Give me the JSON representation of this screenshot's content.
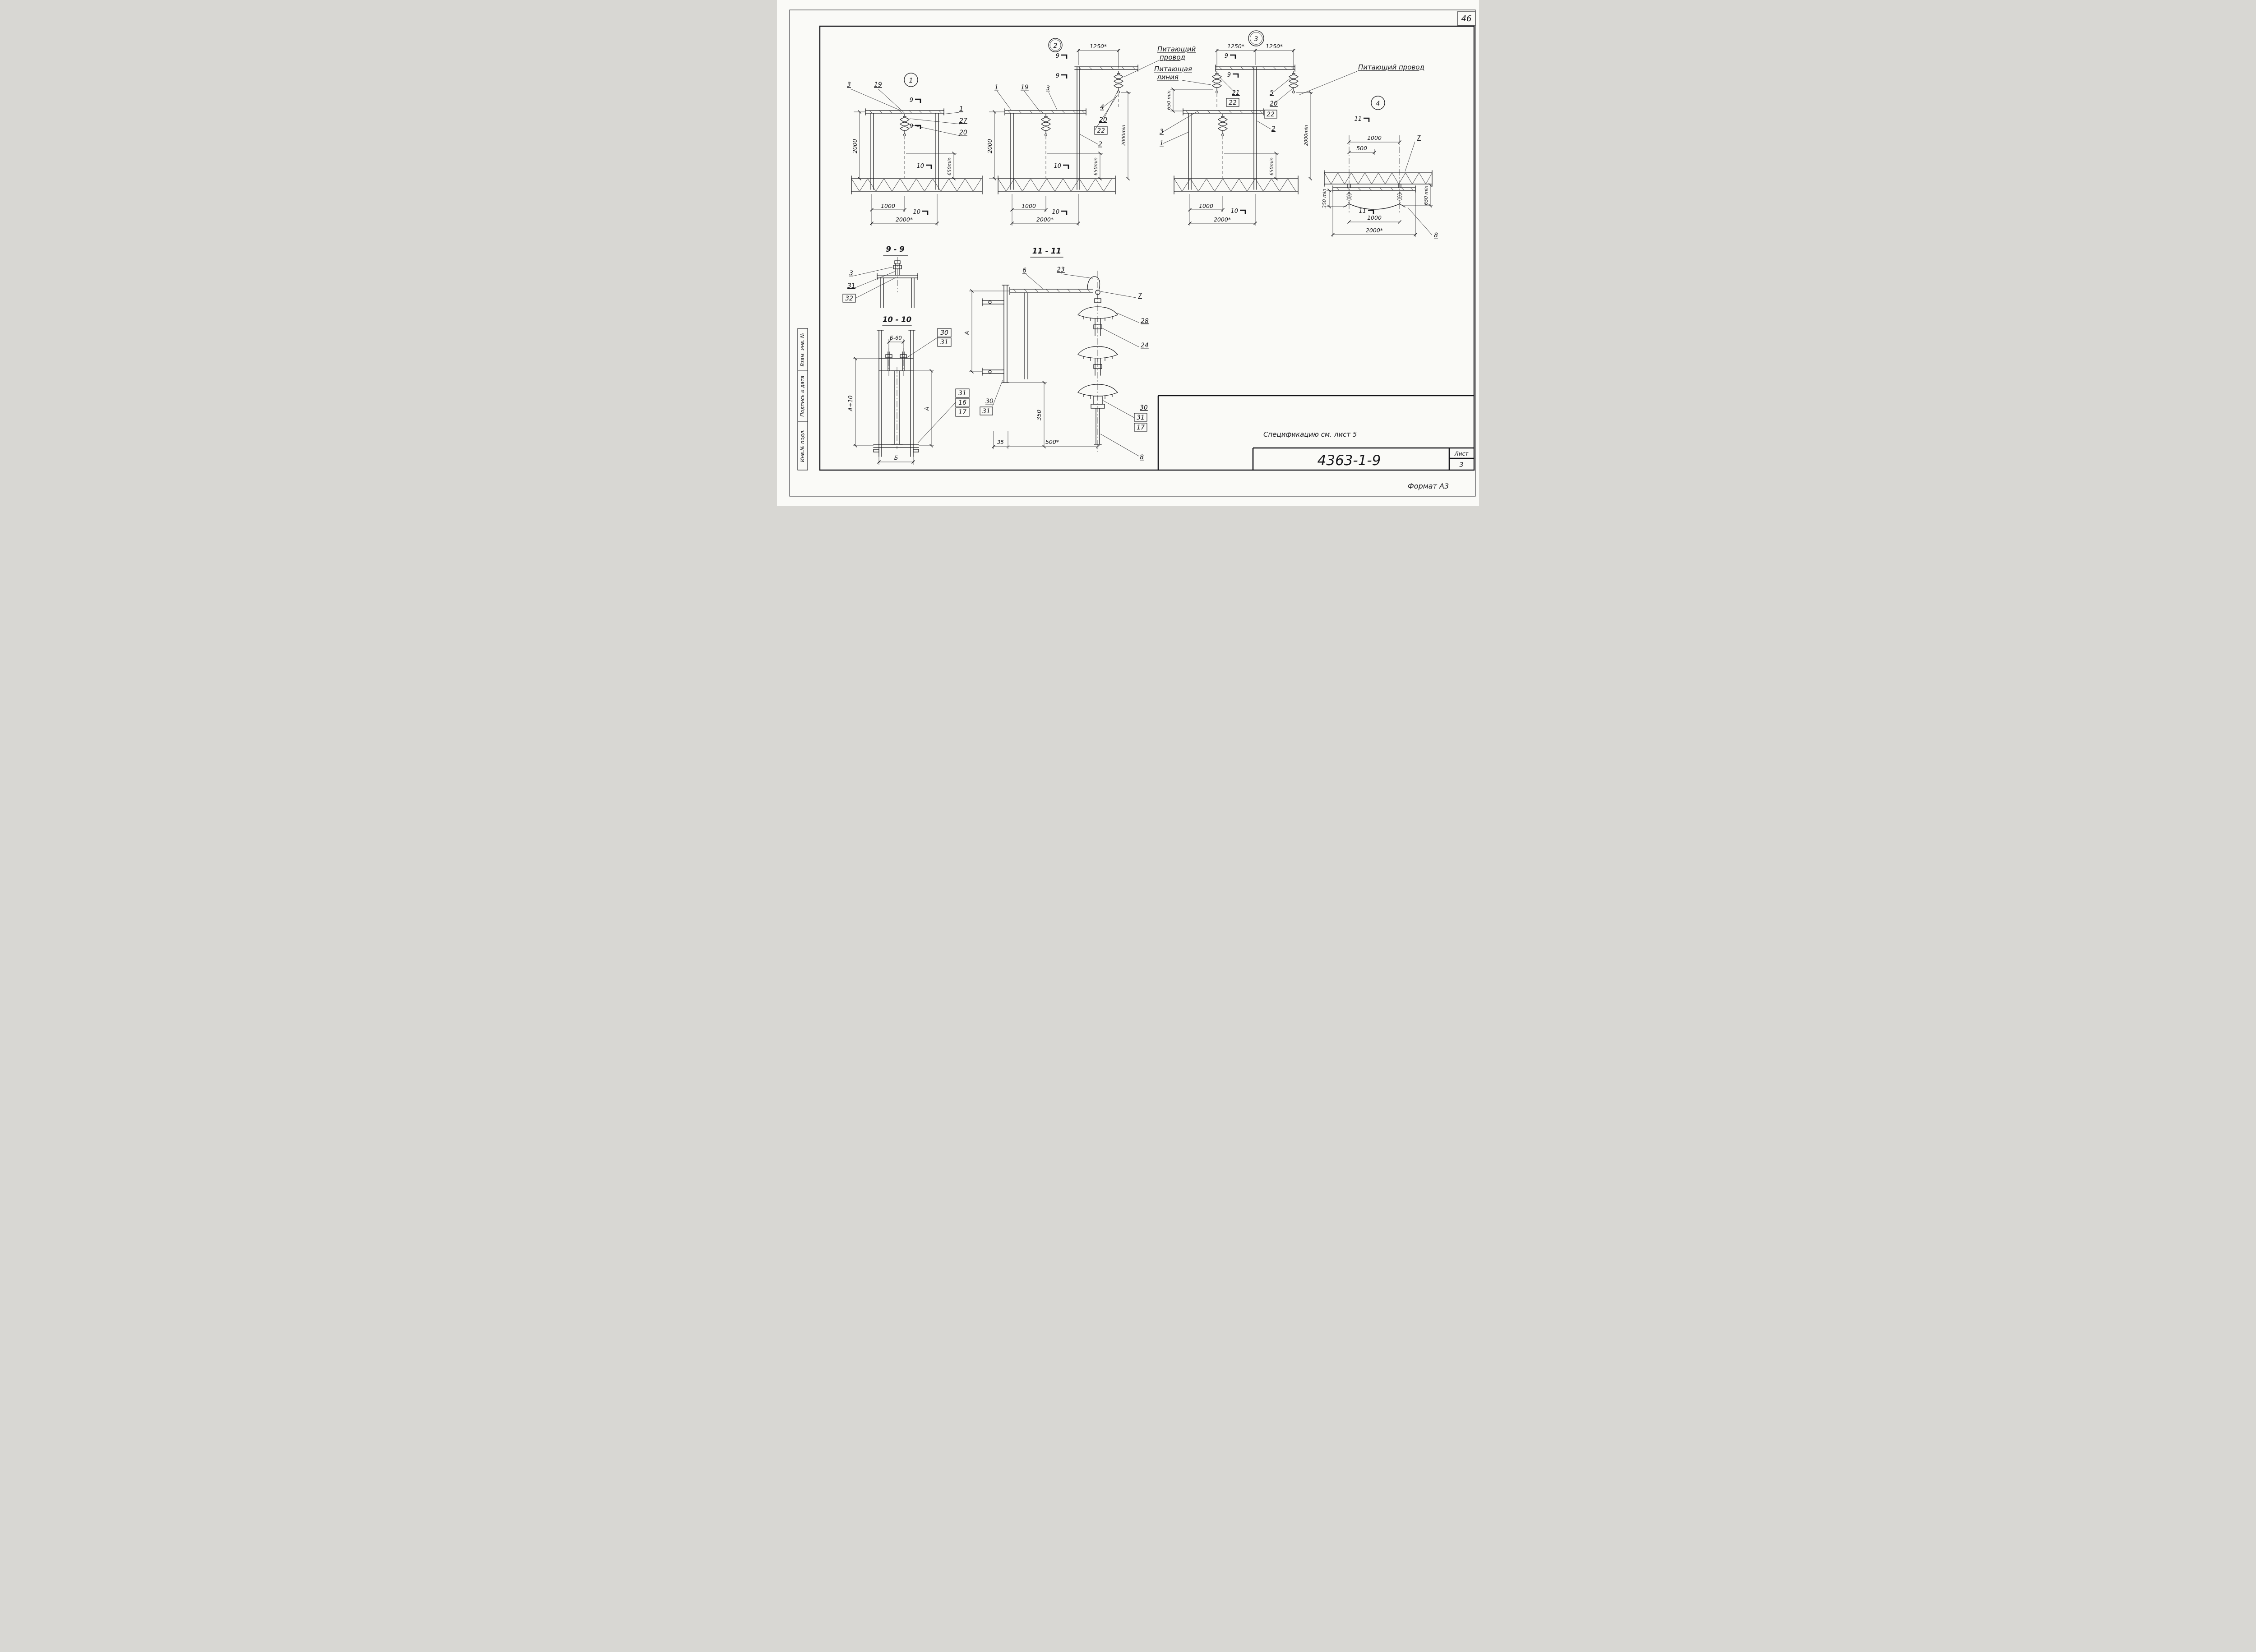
{
  "sheet": {
    "page_number": "46",
    "spec_note": "Спецификацию см. лист 5",
    "doc_number": "4363-1-9",
    "sheet_label": "Лист",
    "sheet_number": "3",
    "format_note": "Формат А3",
    "stamps": {
      "vzam": "Взам. инв. №",
      "podpis": "Подпись и дата",
      "inv": "Инв.№ подл."
    }
  },
  "view1": {
    "num": "1",
    "l3": "3",
    "l19": "19",
    "l1": "1",
    "l27": "27",
    "l20": "20",
    "s9": "9",
    "s10": "10",
    "d2000": "2000",
    "d650": "650min",
    "d1000": "1000",
    "d2000s": "2000*"
  },
  "view2": {
    "num": "2",
    "d1250s": "1250*",
    "s9": "9",
    "s10": "10",
    "note1": "Питающий",
    "note2": "провод",
    "l1": "1",
    "l19": "19",
    "l3": "3",
    "l4": "4",
    "l20": "20",
    "l22": "22",
    "l2": "2",
    "d2000": "2000",
    "d650": "650min",
    "d2000min": "2000min",
    "d1000": "1000",
    "d2000s": "2000*"
  },
  "view3": {
    "num": "3",
    "d1250l": "1250*",
    "d1250r": "1250*",
    "s9": "9",
    "s10": "10",
    "line1": "Питающая",
    "line2": "линия",
    "wire": "Питающий провод",
    "l21": "21",
    "l22a": "22",
    "l5": "5",
    "l20": "20",
    "l22b": "22",
    "l2": "2",
    "l3": "3",
    "l1": "1",
    "d650l": "650 min",
    "d650": "650min",
    "d2000min": "2000min",
    "d1000": "1000",
    "d2000s": "2000*"
  },
  "view4": {
    "num": "4",
    "s11": "11",
    "d1000t": "1000",
    "d500": "500",
    "l7": "7",
    "l8": "8",
    "d350": "350 min",
    "d650": "650 min",
    "d1000b": "1000",
    "d2000s": "2000*"
  },
  "sec9": {
    "title": "9 - 9",
    "l3": "3",
    "l31": "31",
    "l32": "32"
  },
  "sec10": {
    "title": "10 - 10",
    "dB60": "Б-60",
    "b30": "30",
    "b31": "31",
    "dA10": "А+10",
    "dA": "А",
    "b31b": "31",
    "b16": "16",
    "b17": "17",
    "dB": "Б"
  },
  "sec11": {
    "title": "11 - 11",
    "l6": "6",
    "l23": "23",
    "l7": "7",
    "l28": "28",
    "l24": "24",
    "lft30": "30",
    "lft31": "31",
    "rgt30": "30",
    "rgt31": "31",
    "rgt17": "17",
    "l8": "8",
    "dA": "А",
    "d350": "350",
    "d35": "35",
    "d500s": "500*"
  }
}
